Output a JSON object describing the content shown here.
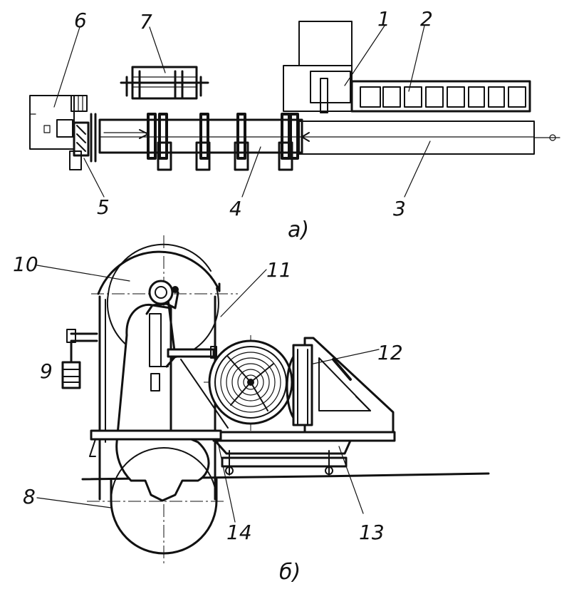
{
  "labels_a": {
    "l1": "1",
    "l2": "2",
    "l3": "3",
    "l4": "4",
    "l5": "5",
    "l6": "6",
    "l7": "7",
    "caption": "а)"
  },
  "labels_b": {
    "l8": "8",
    "l9": "9",
    "l10": "10",
    "l11": "11",
    "l12": "12",
    "l13": "13",
    "l14": "14",
    "caption": "б)"
  }
}
